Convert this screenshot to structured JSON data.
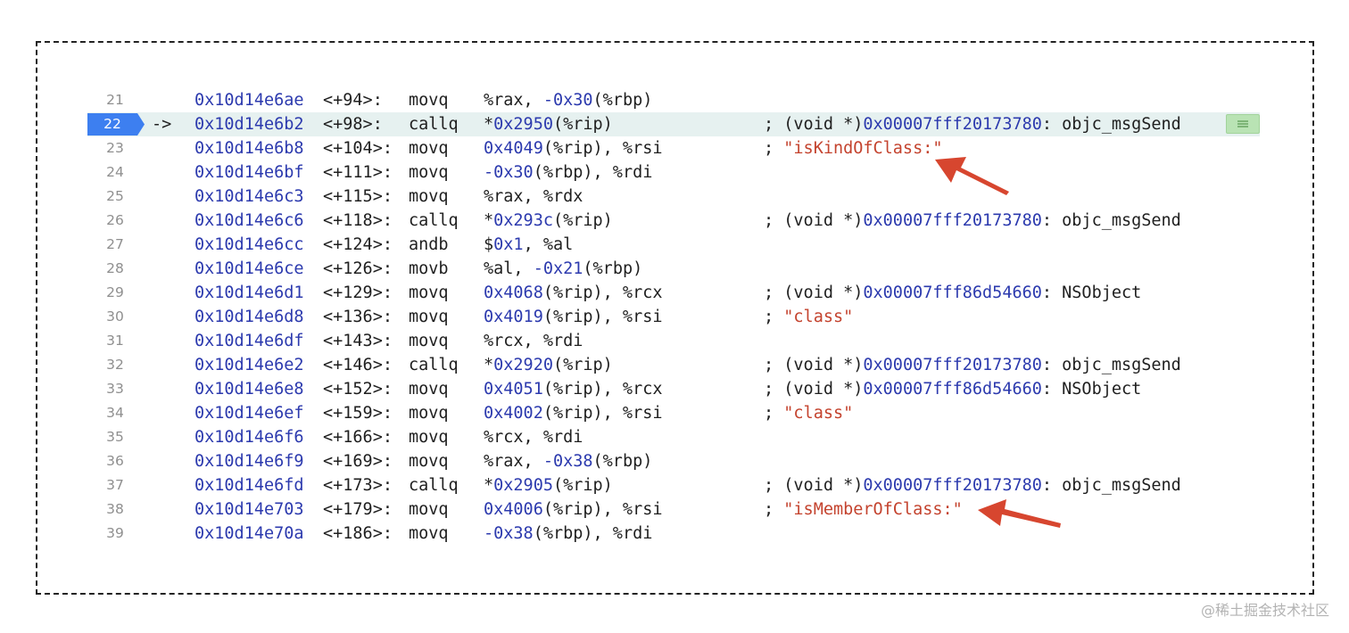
{
  "rows": [
    {
      "line": "21",
      "address": "0x10d14e6ae",
      "offset": "<+94>:",
      "mnemonic": "movq",
      "operands": [
        {
          "t": "%rax, ",
          "n": false
        },
        {
          "t": "-0x30",
          "n": true
        },
        {
          "t": "(%rbp)",
          "n": false
        }
      ],
      "comment": []
    },
    {
      "line": "22",
      "arrow": "->",
      "address": "0x10d14e6b2",
      "offset": "<+98>:",
      "mnemonic": "callq",
      "operands": [
        {
          "t": "*",
          "n": false
        },
        {
          "t": "0x2950",
          "n": true
        },
        {
          "t": "(%rip)",
          "n": false
        }
      ],
      "comment": [
        {
          "t": "; (void *)",
          "k": "p"
        },
        {
          "t": "0x00007fff20173780",
          "k": "n"
        },
        {
          "t": ": objc_msgSend",
          "k": "p"
        }
      ],
      "current": true
    },
    {
      "line": "23",
      "address": "0x10d14e6b8",
      "offset": "<+104>:",
      "mnemonic": "movq",
      "operands": [
        {
          "t": "0x4049",
          "n": true
        },
        {
          "t": "(%rip), %rsi",
          "n": false
        }
      ],
      "comment": [
        {
          "t": "; ",
          "k": "p"
        },
        {
          "t": "\"isKindOfClass:\"",
          "k": "s"
        }
      ]
    },
    {
      "line": "24",
      "address": "0x10d14e6bf",
      "offset": "<+111>:",
      "mnemonic": "movq",
      "operands": [
        {
          "t": "-0x30",
          "n": true
        },
        {
          "t": "(%rbp), %rdi",
          "n": false
        }
      ],
      "comment": []
    },
    {
      "line": "25",
      "address": "0x10d14e6c3",
      "offset": "<+115>:",
      "mnemonic": "movq",
      "operands": [
        {
          "t": "%rax, %rdx",
          "n": false
        }
      ],
      "comment": []
    },
    {
      "line": "26",
      "address": "0x10d14e6c6",
      "offset": "<+118>:",
      "mnemonic": "callq",
      "operands": [
        {
          "t": "*",
          "n": false
        },
        {
          "t": "0x293c",
          "n": true
        },
        {
          "t": "(%rip)",
          "n": false
        }
      ],
      "comment": [
        {
          "t": "; (void *)",
          "k": "p"
        },
        {
          "t": "0x00007fff20173780",
          "k": "n"
        },
        {
          "t": ": objc_msgSend",
          "k": "p"
        }
      ]
    },
    {
      "line": "27",
      "address": "0x10d14e6cc",
      "offset": "<+124>:",
      "mnemonic": "andb",
      "operands": [
        {
          "t": "$",
          "n": false
        },
        {
          "t": "0x1",
          "n": true
        },
        {
          "t": ", %al",
          "n": false
        }
      ],
      "comment": []
    },
    {
      "line": "28",
      "address": "0x10d14e6ce",
      "offset": "<+126>:",
      "mnemonic": "movb",
      "operands": [
        {
          "t": "%al, ",
          "n": false
        },
        {
          "t": "-0x21",
          "n": true
        },
        {
          "t": "(%rbp)",
          "n": false
        }
      ],
      "comment": []
    },
    {
      "line": "29",
      "address": "0x10d14e6d1",
      "offset": "<+129>:",
      "mnemonic": "movq",
      "operands": [
        {
          "t": "0x4068",
          "n": true
        },
        {
          "t": "(%rip), %rcx",
          "n": false
        }
      ],
      "comment": [
        {
          "t": "; (void *)",
          "k": "p"
        },
        {
          "t": "0x00007fff86d54660",
          "k": "n"
        },
        {
          "t": ": NSObject",
          "k": "p"
        }
      ]
    },
    {
      "line": "30",
      "address": "0x10d14e6d8",
      "offset": "<+136>:",
      "mnemonic": "movq",
      "operands": [
        {
          "t": "0x4019",
          "n": true
        },
        {
          "t": "(%rip), %rsi",
          "n": false
        }
      ],
      "comment": [
        {
          "t": "; ",
          "k": "p"
        },
        {
          "t": "\"class\"",
          "k": "s"
        }
      ]
    },
    {
      "line": "31",
      "address": "0x10d14e6df",
      "offset": "<+143>:",
      "mnemonic": "movq",
      "operands": [
        {
          "t": "%rcx, %rdi",
          "n": false
        }
      ],
      "comment": []
    },
    {
      "line": "32",
      "address": "0x10d14e6e2",
      "offset": "<+146>:",
      "mnemonic": "callq",
      "operands": [
        {
          "t": "*",
          "n": false
        },
        {
          "t": "0x2920",
          "n": true
        },
        {
          "t": "(%rip)",
          "n": false
        }
      ],
      "comment": [
        {
          "t": "; (void *)",
          "k": "p"
        },
        {
          "t": "0x00007fff20173780",
          "k": "n"
        },
        {
          "t": ": objc_msgSend",
          "k": "p"
        }
      ]
    },
    {
      "line": "33",
      "address": "0x10d14e6e8",
      "offset": "<+152>:",
      "mnemonic": "movq",
      "operands": [
        {
          "t": "0x4051",
          "n": true
        },
        {
          "t": "(%rip), %rcx",
          "n": false
        }
      ],
      "comment": [
        {
          "t": "; (void *)",
          "k": "p"
        },
        {
          "t": "0x00007fff86d54660",
          "k": "n"
        },
        {
          "t": ": NSObject",
          "k": "p"
        }
      ]
    },
    {
      "line": "34",
      "address": "0x10d14e6ef",
      "offset": "<+159>:",
      "mnemonic": "movq",
      "operands": [
        {
          "t": "0x4002",
          "n": true
        },
        {
          "t": "(%rip), %rsi",
          "n": false
        }
      ],
      "comment": [
        {
          "t": "; ",
          "k": "p"
        },
        {
          "t": "\"class\"",
          "k": "s"
        }
      ]
    },
    {
      "line": "35",
      "address": "0x10d14e6f6",
      "offset": "<+166>:",
      "mnemonic": "movq",
      "operands": [
        {
          "t": "%rcx, %rdi",
          "n": false
        }
      ],
      "comment": []
    },
    {
      "line": "36",
      "address": "0x10d14e6f9",
      "offset": "<+169>:",
      "mnemonic": "movq",
      "operands": [
        {
          "t": "%rax, ",
          "n": false
        },
        {
          "t": "-0x38",
          "n": true
        },
        {
          "t": "(%rbp)",
          "n": false
        }
      ],
      "comment": []
    },
    {
      "line": "37",
      "address": "0x10d14e6fd",
      "offset": "<+173>:",
      "mnemonic": "callq",
      "operands": [
        {
          "t": "*",
          "n": false
        },
        {
          "t": "0x2905",
          "n": true
        },
        {
          "t": "(%rip)",
          "n": false
        }
      ],
      "comment": [
        {
          "t": "; (void *)",
          "k": "p"
        },
        {
          "t": "0x00007fff20173780",
          "k": "n"
        },
        {
          "t": ": objc_msgSend",
          "k": "p"
        }
      ]
    },
    {
      "line": "38",
      "address": "0x10d14e703",
      "offset": "<+179>:",
      "mnemonic": "movq",
      "operands": [
        {
          "t": "0x4006",
          "n": true
        },
        {
          "t": "(%rip), %rsi",
          "n": false
        }
      ],
      "comment": [
        {
          "t": "; ",
          "k": "p"
        },
        {
          "t": "\"isMemberOfClass:\"",
          "k": "s"
        }
      ]
    },
    {
      "line": "39",
      "address": "0x10d14e70a",
      "offset": "<+186>:",
      "mnemonic": "movq",
      "operands": [
        {
          "t": "-0x38",
          "n": true
        },
        {
          "t": "(%rbp), %rdi",
          "n": false
        }
      ],
      "comment": []
    }
  ],
  "watermark": "@稀土掘金技术社区",
  "colors": {
    "address": "#2c3aae",
    "string": "#c4432e",
    "current_line_bg": "#e6f1f0",
    "badge": "#3d7ff0",
    "annotation_arrow": "#d7462f"
  },
  "annotations": [
    "red-arrow-isKindOfClass",
    "red-arrow-isMemberOfClass"
  ]
}
